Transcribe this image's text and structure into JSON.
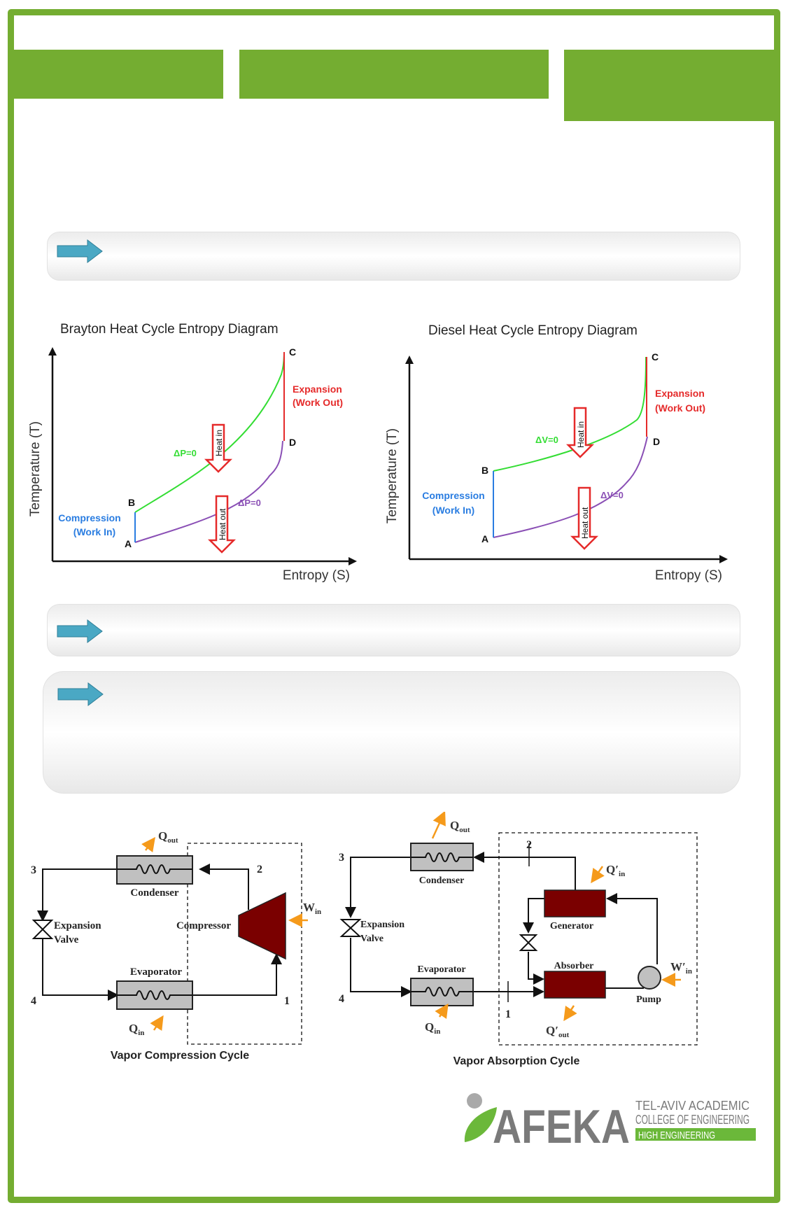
{
  "colors": {
    "frame_green": "#74ad31",
    "panel_arrow": "#4aa8c4",
    "curve_green": "#33dd33",
    "curve_purple": "#8a4fb5",
    "compression_blue": "#2a7de1",
    "expansion_red": "#e52a2a",
    "component_dark_red": "#7a0000",
    "component_gray": "#c0c0c0",
    "heat_arrow_orange": "#f59a1b"
  },
  "panels": [
    {
      "icon": "right-arrow-icon",
      "text": ""
    },
    {
      "icon": "right-arrow-icon",
      "text": ""
    },
    {
      "icon": "right-arrow-icon",
      "text": ""
    }
  ],
  "brayton": {
    "title": "Brayton Heat Cycle Entropy Diagram",
    "ylabel": "Temperature (T)",
    "xlabel": "Entropy (S)",
    "points": {
      "A": "A",
      "B": "B",
      "C": "C",
      "D": "D"
    },
    "compression": [
      "Compression",
      "(Work In)"
    ],
    "expansion": [
      "Expansion",
      "(Work Out)"
    ],
    "upper_label": "ΔP=0",
    "lower_label": "ΔP=0",
    "heat_in": "Heat in",
    "heat_out": "Heat out"
  },
  "diesel": {
    "title": "Diesel Heat Cycle Entropy Diagram",
    "ylabel": "Temperature (T)",
    "xlabel": "Entropy (S)",
    "points": {
      "A": "A",
      "B": "B",
      "C": "C",
      "D": "D"
    },
    "compression": [
      "Compression",
      "(Work In)"
    ],
    "expansion": [
      "Expansion",
      "(Work Out)"
    ],
    "upper_label": "ΔV=0",
    "lower_label": "ΔV=0",
    "heat_in": "Heat in",
    "heat_out": "Heat out"
  },
  "vapor_compression": {
    "caption": "Vapor Compression Cycle",
    "condenser": "Condenser",
    "evaporator": "Evaporator",
    "compressor": "Compressor",
    "expansion_valve": [
      "Expansion",
      "Valve"
    ],
    "q_out": "Q",
    "q_out_sub": "out",
    "q_in": "Q",
    "q_in_sub": "in",
    "w_in": "W",
    "w_in_sub": "in",
    "nodes": [
      "1",
      "2",
      "3",
      "4"
    ]
  },
  "vapor_absorption": {
    "caption": "Vapor Absorption Cycle",
    "condenser": "Condenser",
    "evaporator": "Evaporator",
    "generator": "Generator",
    "absorber": "Absorber",
    "pump": "Pump",
    "expansion_valve": [
      "Expansion",
      "Valve"
    ],
    "q_out": "Q",
    "q_out_sub": "out",
    "q_in": "Q",
    "q_in_sub": "in",
    "q_prime_in": "Q′",
    "q_prime_in_sub": "in",
    "q_prime_out": "Q′",
    "q_prime_out_sub": "out",
    "w_prime_in": "W′",
    "w_prime_in_sub": "in",
    "nodes": [
      "1",
      "2",
      "3",
      "4"
    ]
  },
  "logo": {
    "name": "AFEKA",
    "line1": "TEL-AVIV  ACADEMIC",
    "line2": "COLLEGE OF ENGINEERING",
    "tagline": "HIGH ENGINEERING"
  }
}
